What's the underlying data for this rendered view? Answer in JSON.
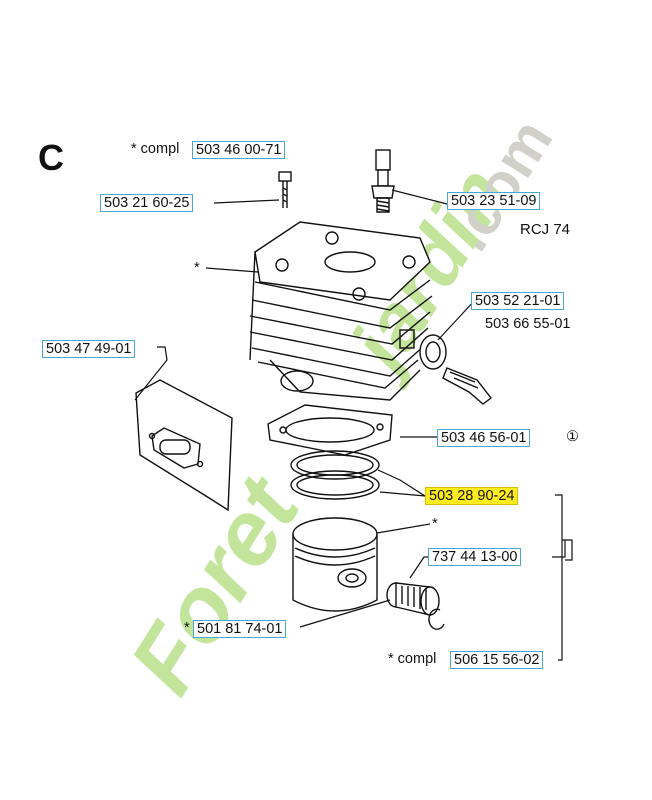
{
  "section": "C",
  "model": "RCJ 74",
  "watermark": "Foretjardin.com",
  "compl_prefix": "* compl",
  "star": "*",
  "single_lbl": "503 66 55-01",
  "note_symbol": "①",
  "colors": {
    "box_border": "#4aa7cf",
    "highlight": "#ffec1f",
    "watermark_green": "#b8e08a",
    "watermark_gray": "#c9c9c0"
  },
  "parts": {
    "compl_top": "503 46 00-71",
    "screw": "503 21 60-25",
    "spark_plug": "503 23 51-09",
    "decomp_ring": "503 52 21-01",
    "gasket": "503 47 49-01",
    "base_gasket": "503 46 56-01",
    "piston_rings": "503 28 90-24",
    "needle_bearing": "737 44 13-00",
    "pin": "501 81 74-01",
    "compl_bottom": "506 15 56-02"
  }
}
